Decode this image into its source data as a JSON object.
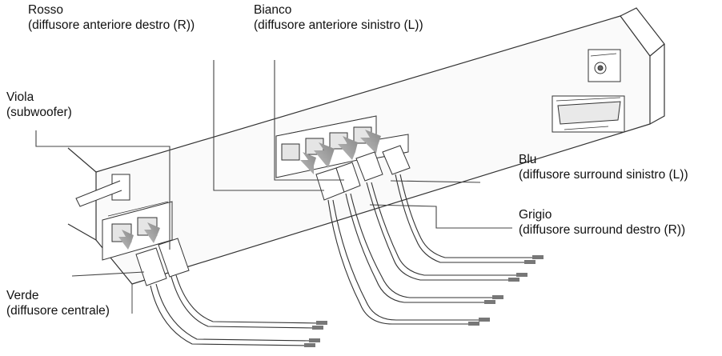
{
  "labels": {
    "rosso": {
      "name": "Rosso",
      "desc": "(diffusore anteriore destro (R))"
    },
    "bianco": {
      "name": "Bianco",
      "desc": "(diffusore anteriore sinistro (L))"
    },
    "viola": {
      "name": "Viola",
      "desc": "(subwoofer)"
    },
    "blu": {
      "name": "Blu",
      "desc": "(diffusore surround sinistro (L))"
    },
    "grigio": {
      "name": "Grigio",
      "desc": "(diffusore surround destro (R))"
    },
    "verde": {
      "name": "Verde",
      "desc": "(diffusore centrale)"
    }
  }
}
